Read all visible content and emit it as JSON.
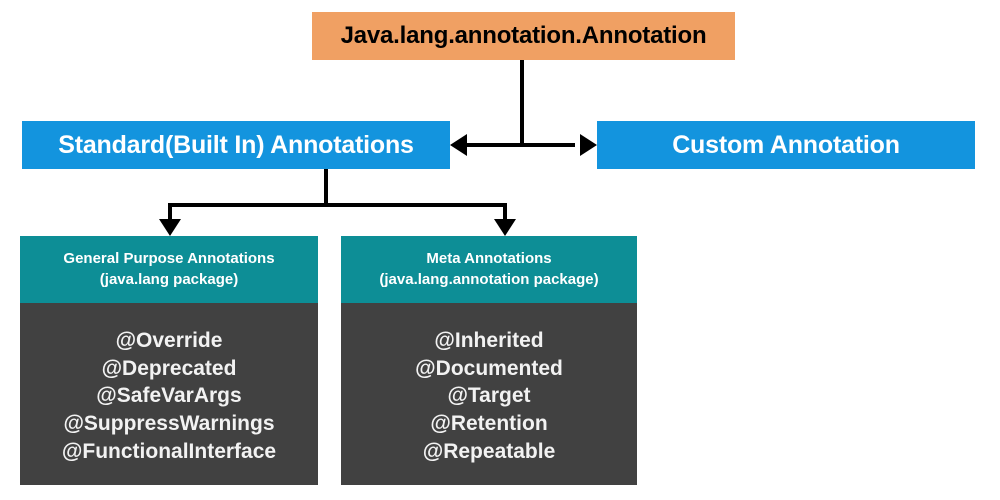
{
  "diagram": {
    "root": {
      "label": "Java.lang.annotation.Annotation",
      "color": "#F0A063"
    },
    "branches": [
      {
        "label": "Standard(Built In) Annotations",
        "color": "#1394DE"
      },
      {
        "label": "Custom Annotation",
        "color": "#1394DE"
      }
    ],
    "categories": [
      {
        "title": "General Purpose Annotations",
        "subtitle": "(java.lang package)",
        "header_color": "#0D8E96",
        "body_color": "#414141",
        "items": [
          "@Override",
          "@Deprecated",
          "@SafeVarArgs",
          "@SuppressWarnings",
          "@FunctionalInterface"
        ]
      },
      {
        "title": "Meta Annotations",
        "subtitle": "(java.lang.annotation package)",
        "header_color": "#0D8E96",
        "body_color": "#414141",
        "items": [
          "@Inherited",
          "@Documented",
          "@Target",
          "@Retention",
          "@Repeatable"
        ]
      }
    ]
  }
}
